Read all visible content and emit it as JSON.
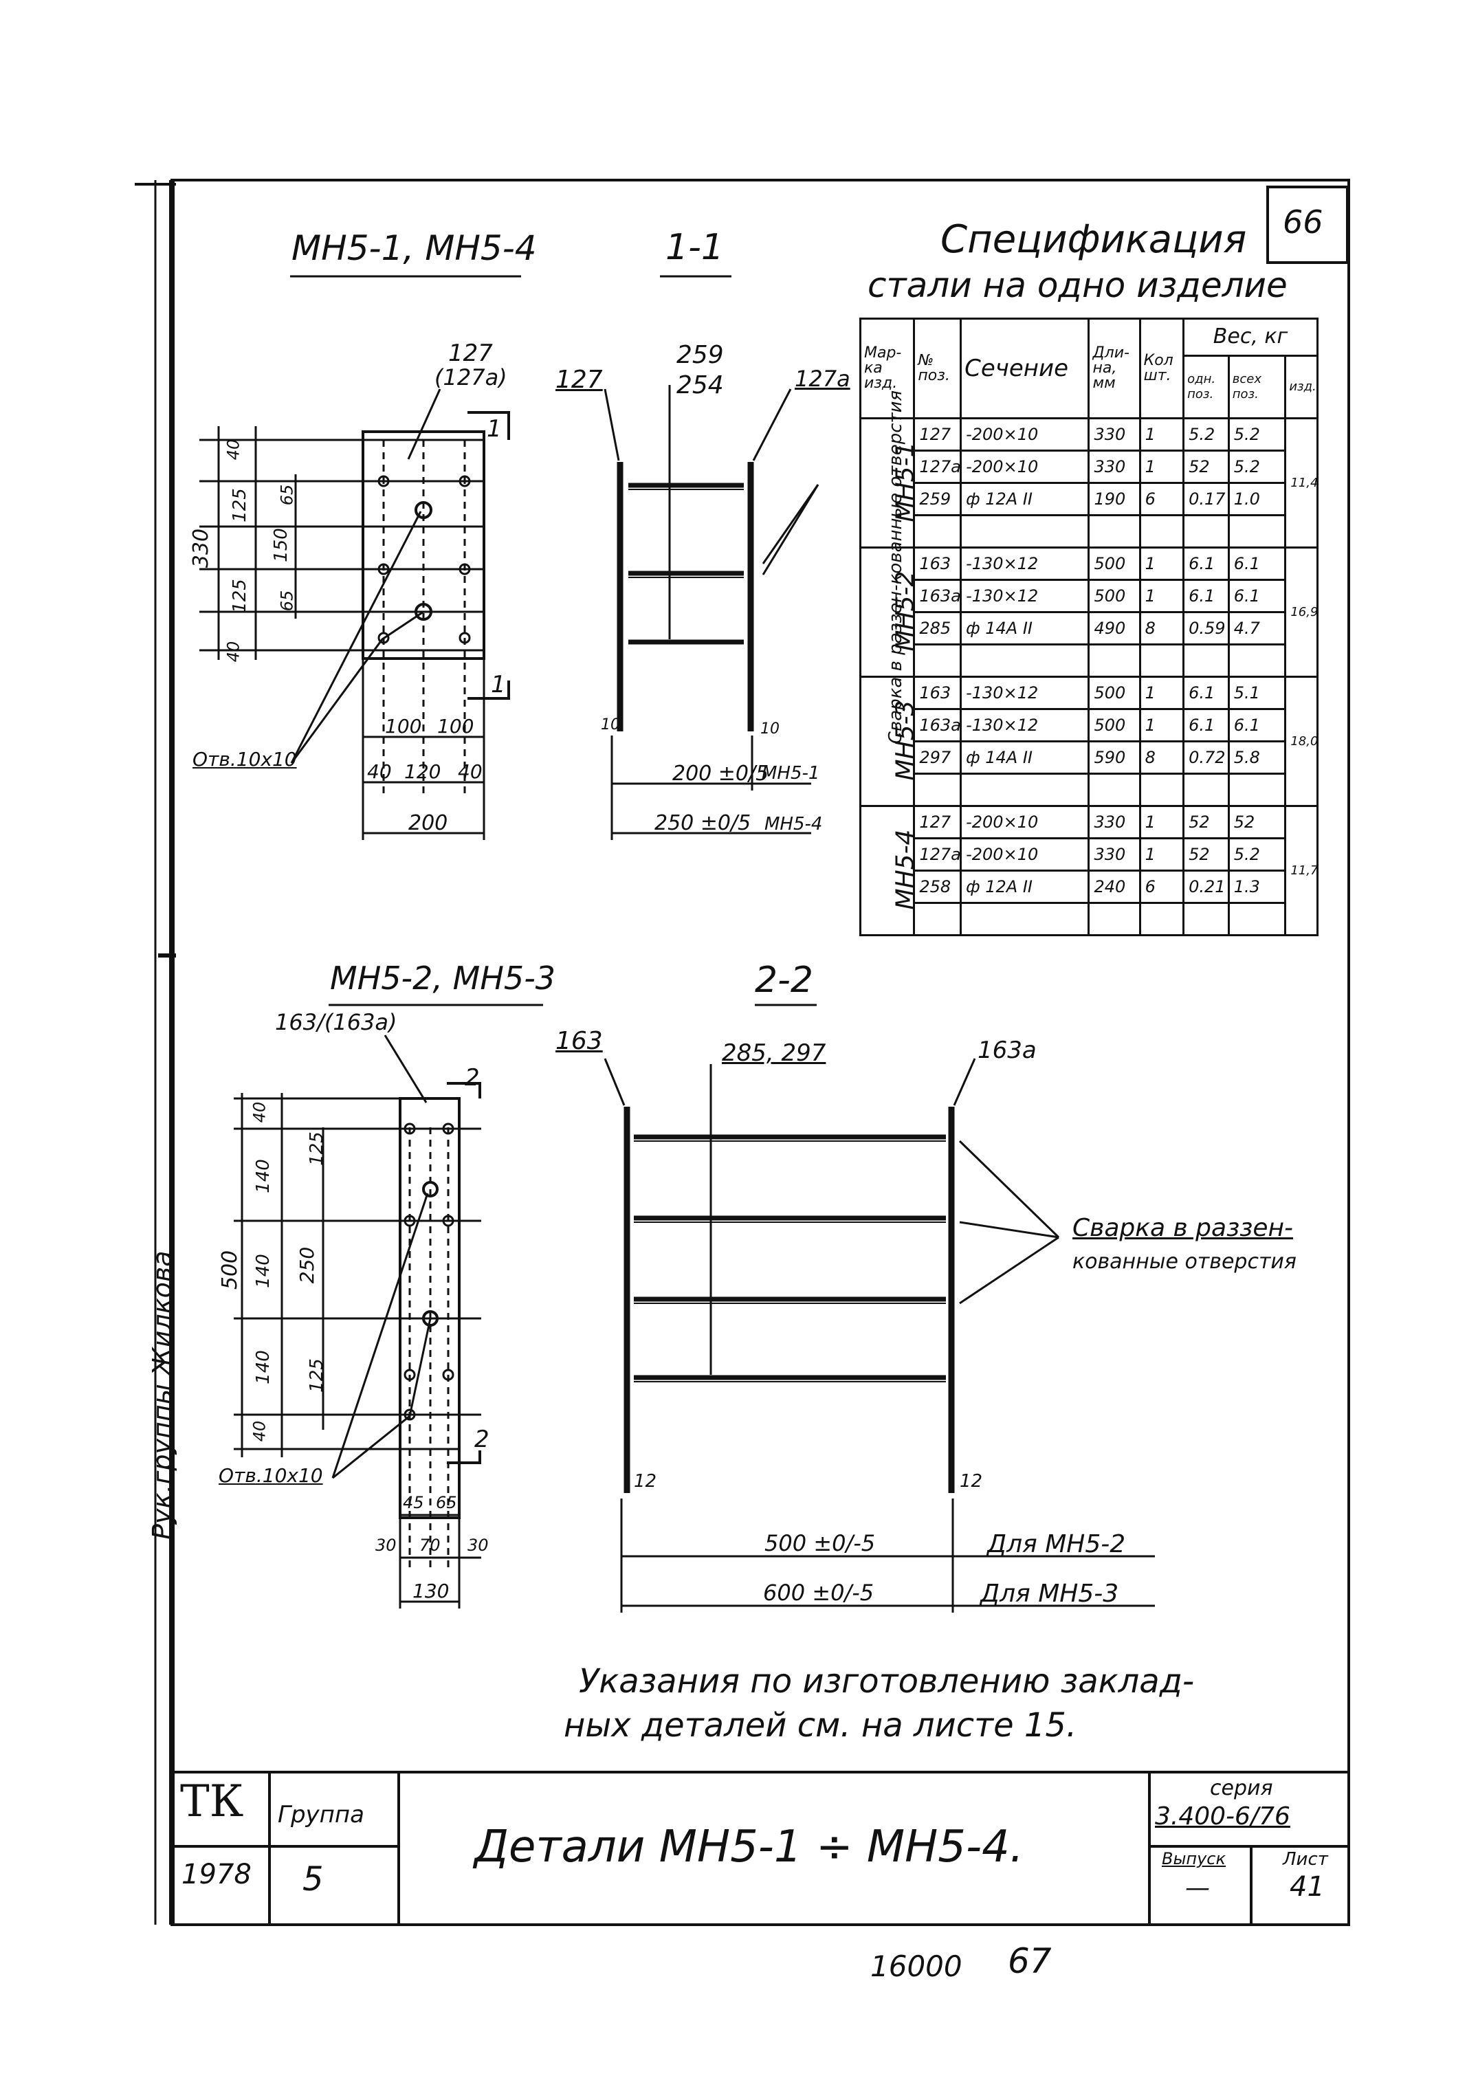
{
  "sheet_corner": "66",
  "title_left": "МН5-1, МН5-4",
  "section_11": "1-1",
  "spec_title_1": "Спецификация",
  "spec_title_2": "стали на одно изделие",
  "spec": {
    "headers": {
      "mark": "Мар-ка изд.",
      "pos": "№ поз.",
      "section": "Сечение",
      "length": "Дли-на, мм",
      "qty": "Кол шт.",
      "weight": "Вес, кг",
      "one": "одн. поз.",
      "all": "всех поз.",
      "prod": "изд."
    },
    "groups": [
      {
        "mark": "МН5-1",
        "total": "11,4",
        "rows": [
          {
            "pos": "127",
            "sec": "-200×10",
            "len": "330",
            "qty": "1",
            "one": "5.2",
            "all": "5.2"
          },
          {
            "pos": "127а",
            "sec": "-200×10",
            "len": "330",
            "qty": "1",
            "one": "52",
            "all": "5.2"
          },
          {
            "pos": "259",
            "sec": "ф 12А II",
            "len": "190",
            "qty": "6",
            "one": "0.17",
            "all": "1.0"
          }
        ]
      },
      {
        "mark": "МН5-2",
        "total": "16,9",
        "rows": [
          {
            "pos": "163",
            "sec": "-130×12",
            "len": "500",
            "qty": "1",
            "one": "6.1",
            "all": "6.1"
          },
          {
            "pos": "163а",
            "sec": "-130×12",
            "len": "500",
            "qty": "1",
            "one": "6.1",
            "all": "6.1"
          },
          {
            "pos": "285",
            "sec": "ф 14А II",
            "len": "490",
            "qty": "8",
            "one": "0.59",
            "all": "4.7"
          }
        ]
      },
      {
        "mark": "МН5-3",
        "total": "18,0",
        "rows": [
          {
            "pos": "163",
            "sec": "-130×12",
            "len": "500",
            "qty": "1",
            "one": "6.1",
            "all": "5.1"
          },
          {
            "pos": "163а",
            "sec": "-130×12",
            "len": "500",
            "qty": "1",
            "one": "6.1",
            "all": "6.1"
          },
          {
            "pos": "297",
            "sec": "ф 14А II",
            "len": "590",
            "qty": "8",
            "one": "0.72",
            "all": "5.8"
          }
        ]
      },
      {
        "mark": "МН5-4",
        "total": "11,7",
        "rows": [
          {
            "pos": "127",
            "sec": "-200×10",
            "len": "330",
            "qty": "1",
            "one": "52",
            "all": "52"
          },
          {
            "pos": "127а",
            "sec": "-200×10",
            "len": "330",
            "qty": "1",
            "one": "52",
            "all": "5.2"
          },
          {
            "pos": "258",
            "sec": "ф 12А II",
            "len": "240",
            "qty": "6",
            "one": "0.21",
            "all": "1.3"
          }
        ]
      }
    ]
  },
  "plan1": {
    "pos": "127",
    "pos_a": "(127а)",
    "cut": "1",
    "dim_330": "330",
    "dim_40a": "40",
    "dim_125a": "125",
    "dim_125b": "125",
    "dim_40b": "40",
    "dim_65a": "65",
    "dim_150": "150",
    "dim_65b": "65",
    "dim_100a": "100",
    "dim_100b": "100",
    "dim_40c": "40",
    "dim_120": "120",
    "dim_40d": "40",
    "dim_200": "200",
    "hole": "Отв.10х10"
  },
  "section1": {
    "pos_l": "127",
    "pos_259": "259",
    "pos_254": "254",
    "pos_r": "127а",
    "weld": "Сварка в раззен-кованные отверстия",
    "d10a": "10",
    "d10b": "10",
    "dim_200": "200 ±0/5",
    "dim_250": "250 ±0/5",
    "for_1": "МН5-1",
    "for_4": "МН5-4"
  },
  "title_left2": "МН5-2, МН5-3",
  "section_22": "2-2",
  "plan2": {
    "pos": "163/(163а)",
    "cut": "2",
    "dim_500": "500",
    "dim_40a": "40",
    "dim_140a": "140",
    "dim_140b": "140",
    "dim_140c": "140",
    "dim_40b": "40",
    "dim_125a": "125",
    "dim_250": "250",
    "dim_125b": "125",
    "dim_45": "45",
    "dim_65": "65",
    "dim_30a": "30",
    "dim_70": "70",
    "dim_30b": "30",
    "dim_130": "130",
    "hole": "Отв.10х10"
  },
  "section2": {
    "pos_l": "163",
    "pos_mid": "285, 297",
    "pos_r": "163а",
    "weld_1": "Сварка в раззен-",
    "weld_2": "кованные отверстия",
    "d12a": "12",
    "d12b": "12",
    "dim_500": "500 ±0/-5",
    "dim_600": "600 ±0/-5",
    "for_2": "Для МН5-2",
    "for_3": "Для МН5-3"
  },
  "note_1": "Указания по изготовлению заклад-",
  "note_2": "ных деталей см. на листе 15.",
  "side_text": "Рук.группы Жилкова",
  "stamp": {
    "tk": "ТК",
    "group_label": "Группа",
    "year": "1978",
    "group": "5",
    "title": "Детали МН5-1 ÷ МН5-4.",
    "series_label": "серия",
    "series": "3.400-6/76",
    "issue_label": "Выпуск",
    "issue": "—",
    "sheet_label": "Лист",
    "sheet": "41"
  },
  "footer": {
    "code": "16000",
    "page": "67"
  }
}
